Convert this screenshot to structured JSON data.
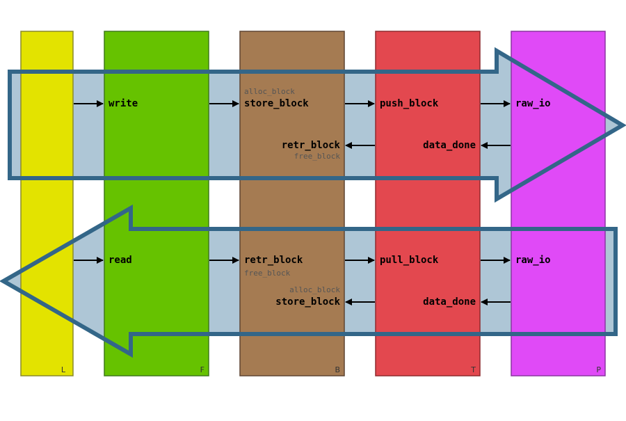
{
  "diagram": {
    "lanes": [
      {
        "id": "L",
        "label": "L",
        "fill": "#e3e300",
        "stroke": "#8a8a2a"
      },
      {
        "id": "F",
        "label": "F",
        "fill": "#66c200",
        "stroke": "#3f7a1a"
      },
      {
        "id": "B",
        "label": "B",
        "fill": "#a57b52",
        "stroke": "#5e4532"
      },
      {
        "id": "T",
        "label": "T",
        "fill": "#e3484f",
        "stroke": "#8f2a2f"
      },
      {
        "id": "P",
        "label": "P",
        "fill": "#e04af7",
        "stroke": "#8a35a0"
      }
    ],
    "band_fill": "#aec6d6",
    "outline_stroke": "#336688",
    "write_flow": {
      "direction": "right",
      "forward": [
        "write",
        "store_block",
        "push_block",
        "raw_io"
      ],
      "forward_sublabel": "alloc_block",
      "return": [
        "data_done",
        "retr_block"
      ],
      "return_sublabel": "free_block"
    },
    "read_flow": {
      "direction": "left",
      "forward": [
        "read",
        "retr_block",
        "pull_block",
        "raw_io"
      ],
      "forward_sublabel": "free_block",
      "return": [
        "data_done",
        "store_block"
      ],
      "return_sublabel": "alloc_block"
    }
  }
}
